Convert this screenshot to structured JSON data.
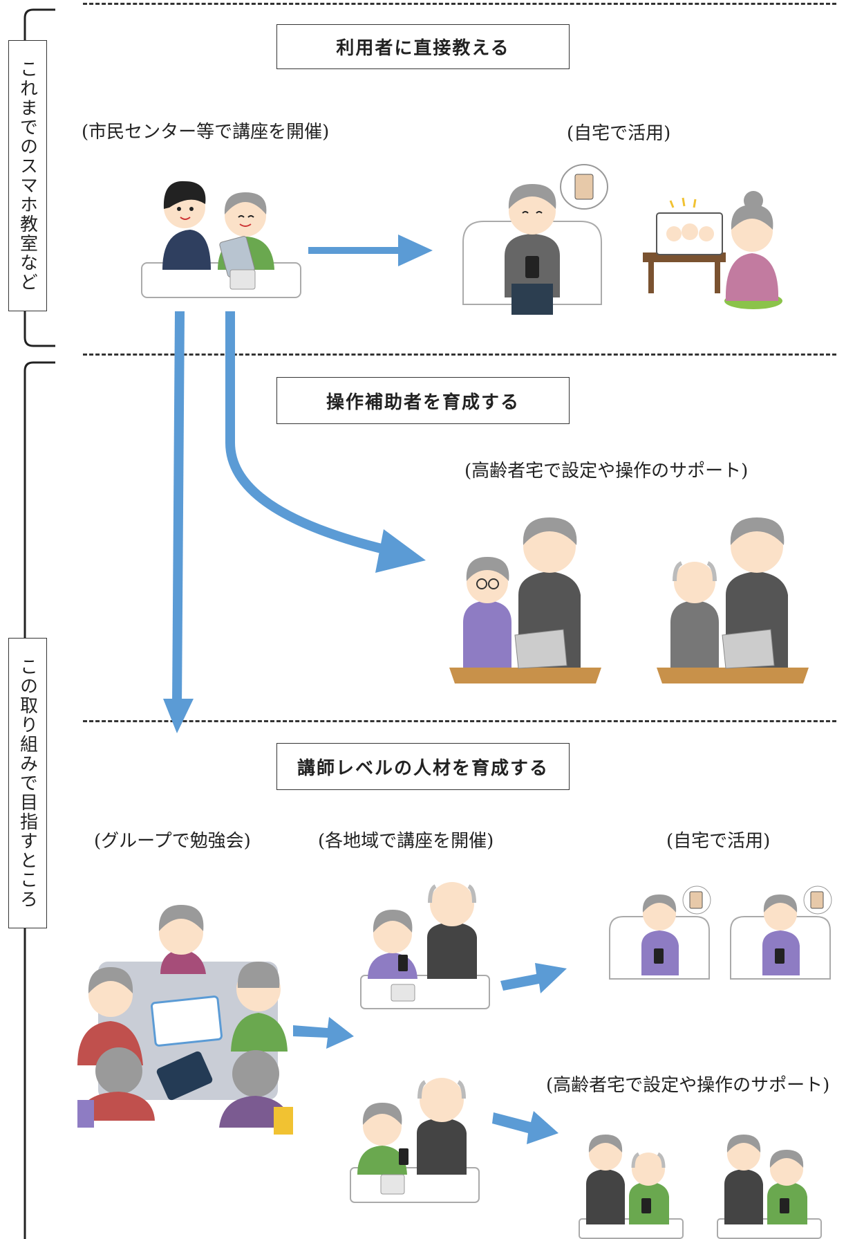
{
  "sidebar": {
    "top_label": "これまでのスマホ教室など",
    "bottom_label": "この取り組みで目指すところ"
  },
  "section_top": {
    "heading": "利用者に直接教える",
    "left_caption": "(市民センター等で講座を開催)",
    "right_caption": "(自宅で活用)"
  },
  "section_middle": {
    "heading": "操作補助者を育成する",
    "caption": "(高齢者宅で設定や操作のサポート)"
  },
  "section_bottom": {
    "heading": "講師レベルの人材を育成する",
    "caption_group": "(グループで勉強会)",
    "caption_regions": "(各地域で講座を開催)",
    "caption_home": "(自宅で活用)",
    "caption_support": "(高齢者宅で設定や操作のサポート)"
  },
  "colors": {
    "arrow": "#5b9bd5",
    "hair_gray": "#9a9a9a",
    "skin": "#fbe1c8",
    "cheek": "#f4a0a0"
  }
}
